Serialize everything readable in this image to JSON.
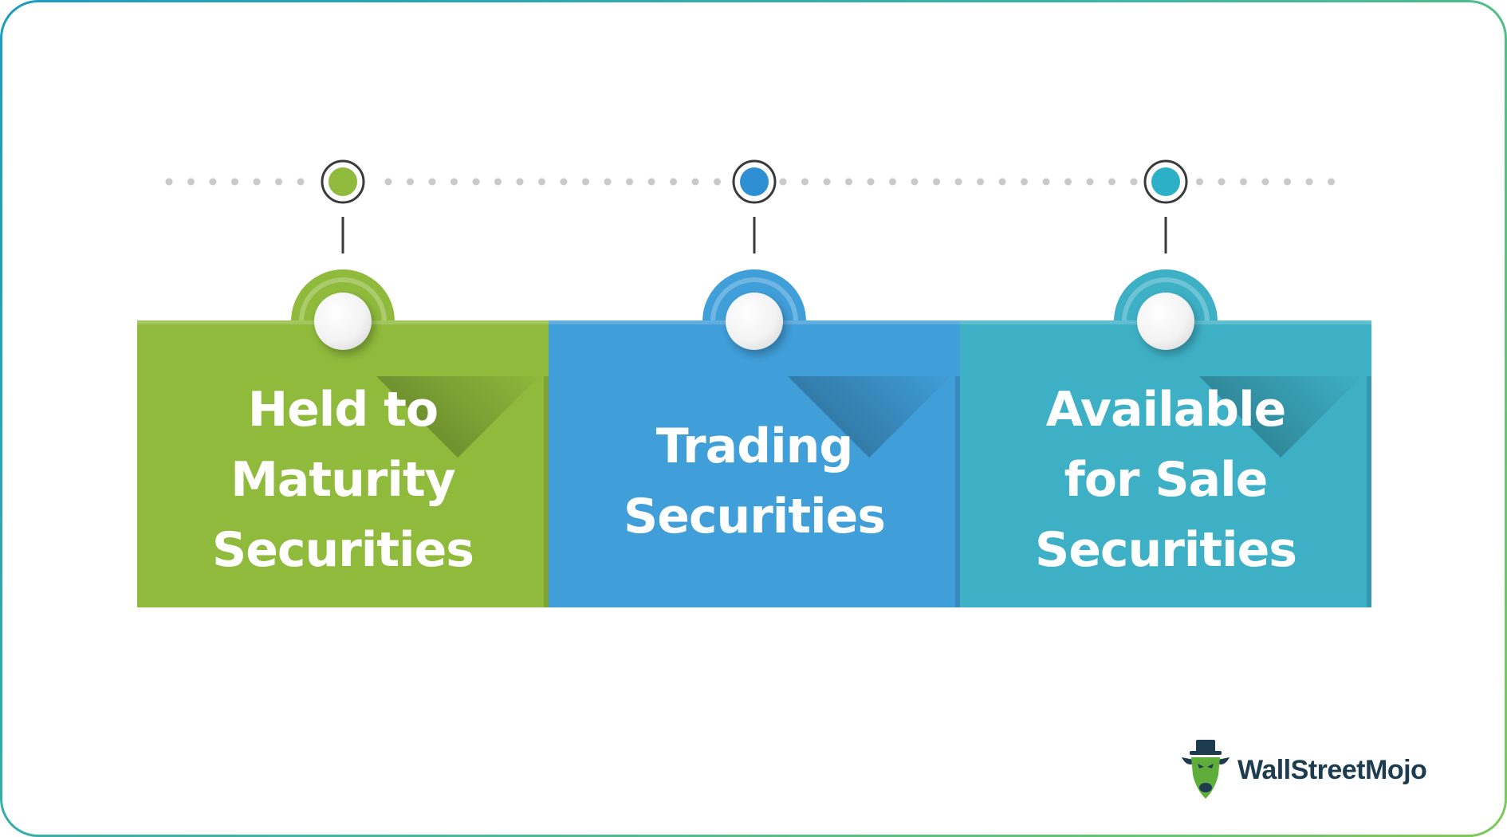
{
  "cards": [
    {
      "label": "Held to\nMaturity\nSecurities",
      "color": "#8fba3c"
    },
    {
      "label": "Trading\nSecurities",
      "color": "#409ed8"
    },
    {
      "label": "Available\nfor Sale\nSecurities",
      "color": "#3eb0c6"
    }
  ],
  "timeline": {
    "dot_color": "#c9c9c9",
    "marker_colors": [
      "#8fba3c",
      "#2f8fd4",
      "#2bb0c8"
    ]
  },
  "brand": {
    "name": "WallStreetMojo",
    "text_color": "#1d3c4f",
    "logo_icon": "bull-mascot-icon"
  },
  "frame": {
    "gradient_colors": [
      "#1e9bbf",
      "#7cc85a"
    ]
  }
}
